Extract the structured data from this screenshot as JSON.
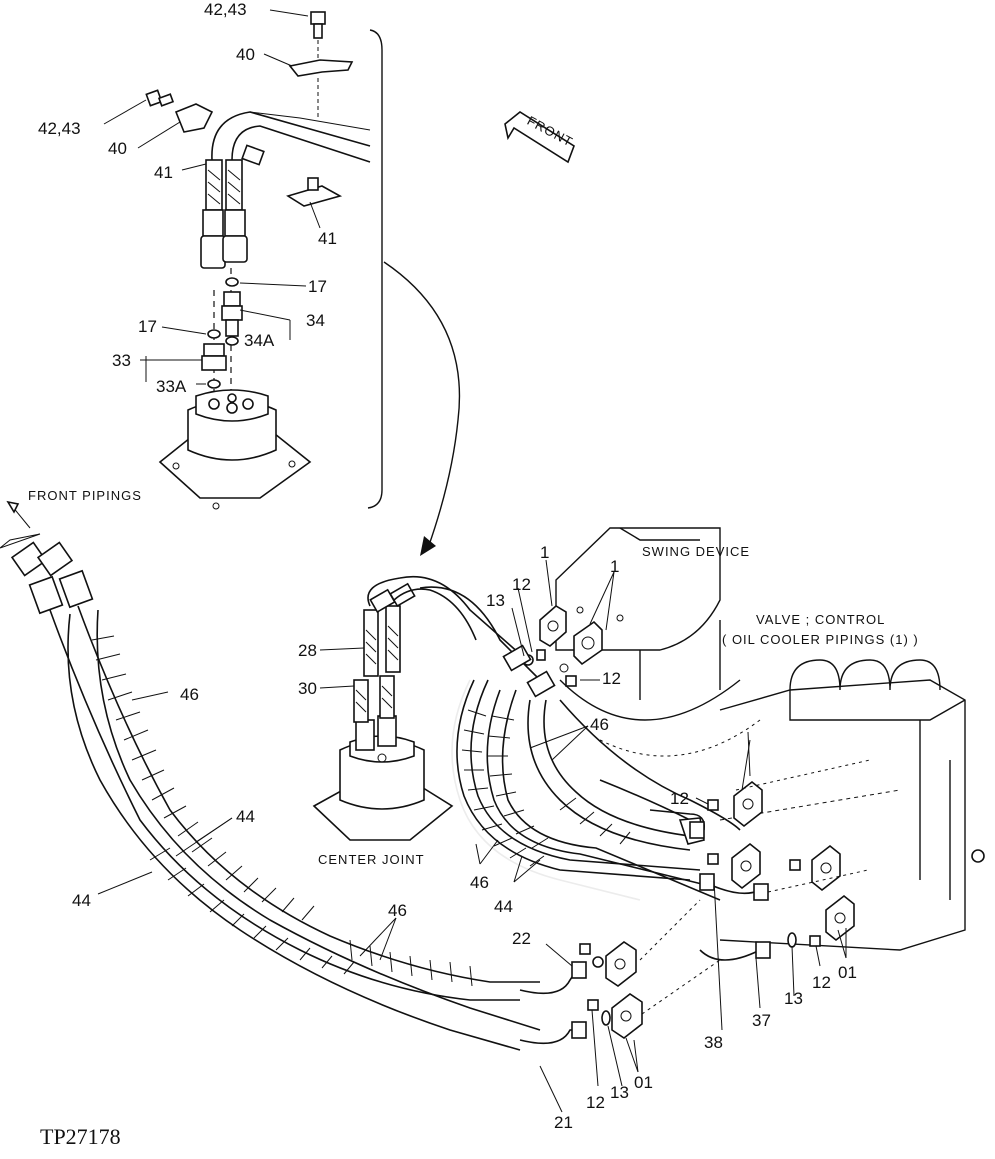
{
  "labels": {
    "l42_43_top": "42,43",
    "l40_top": "40",
    "l42_43_left": "42,43",
    "l40_left": "40",
    "l41_left": "41",
    "l41_right": "41",
    "l17_right": "17",
    "l34": "34",
    "l17_left": "17",
    "l34a": "34A",
    "l33": "33",
    "l33a": "33A",
    "l1_a": "1",
    "l1_b": "1",
    "l12_a": "12",
    "l13_a": "13",
    "l12_b": "12",
    "l28": "28",
    "l30": "30",
    "l46_a": "46",
    "l46_b": "46",
    "l44_a": "44",
    "l44_b": "44",
    "l46_c": "46",
    "l44_c": "44",
    "l46_d": "46",
    "l12_c": "12",
    "l12_d": "12",
    "l01_a": "01",
    "l22": "22",
    "l37": "37",
    "l13_b": "13",
    "l38": "38",
    "l21": "21",
    "l12_e": "12",
    "l13_c": "13",
    "l01_b": "01"
  },
  "captions": {
    "front_pipings": "FRONT PIPINGS",
    "center_joint": "CENTER JOINT",
    "swing_device": "SWING DEVICE",
    "valve_control": "VALVE ; CONTROL",
    "oil_cooler": "( OIL COOLER PIPINGS (1) )",
    "front_arrow": "FRONT"
  },
  "figure_id": "TP27178"
}
